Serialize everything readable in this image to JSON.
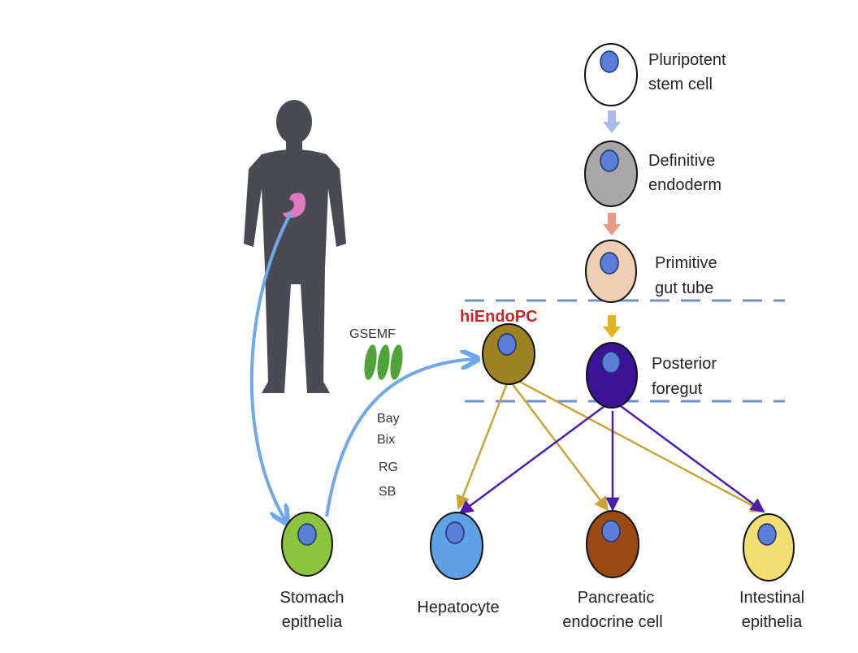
{
  "labels": {
    "pluripotent": [
      "Pluripotent",
      "stem cell"
    ],
    "definitive": [
      "Definitive",
      "endoderm"
    ],
    "primitive": [
      "Primitive",
      "gut tube"
    ],
    "posterior": [
      "Posterior",
      "foregut"
    ],
    "hiendopc": "hiEndoPC",
    "gsemf": "GSEMF",
    "factors": [
      "Bay",
      "Bix",
      "RG",
      "SB"
    ],
    "stomach": [
      "Stomach",
      "epithelia"
    ],
    "hepatocyte": "Hepatocyte",
    "pancreatic": [
      "Pancreatic",
      "endocrine cell"
    ],
    "intestinal": [
      "Intestinal",
      "epithelia"
    ]
  },
  "colors": {
    "nucleus": "#5b7fd6",
    "pluripotent_cell": "#ffffff",
    "definitive_cell": "#a8a8a8",
    "primitive_cell": "#efcfb3",
    "posterior_cell": "#3b1496",
    "hiendopc_cell": "#9c8223",
    "stomach_cell": "#8cc43e",
    "hepatocyte_cell": "#5ea0e6",
    "pancreatic_cell": "#9a4b14",
    "intestinal_cell": "#f2df72",
    "hiendopc_label": "#c62828",
    "lineage_gold": "#c9a436",
    "lineage_purple": "#4b1fa8",
    "blue_arrow": "#6fa8e8",
    "dashed_line": "#6f8fcf",
    "human_silhouette": "#4a4a52",
    "stomach_organ": "#e07ac0",
    "gsemf_leaf": "#4fa33a"
  },
  "icons": [
    "human-silhouette-icon",
    "stomach-icon",
    "gsemf-leaf-icon"
  ]
}
